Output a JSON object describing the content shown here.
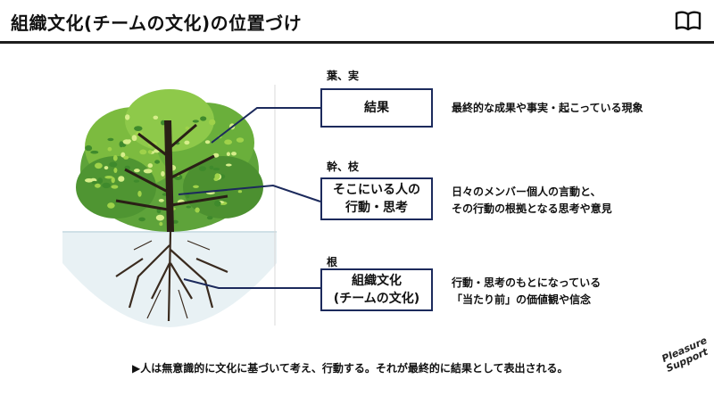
{
  "header": {
    "title": "組織文化(チームの文化)の位置づけ",
    "icon": "book-icon"
  },
  "layers": [
    {
      "label": "葉、実",
      "box_lines": [
        "結果"
      ],
      "desc_lines": [
        "最終的な成果や事実・起こっている現象"
      ]
    },
    {
      "label": "幹、枝",
      "box_lines": [
        "そこにいる人の",
        "行動・思考"
      ],
      "desc_lines": [
        "日々のメンバー個人の言動と、",
        "その行動の根拠となる思考や意見"
      ]
    },
    {
      "label": "根",
      "box_lines": [
        "組織文化",
        "(チームの文化)"
      ],
      "desc_lines": [
        "行動・思考のもとになっている",
        "「当たり前」の価値観や信念"
      ]
    }
  ],
  "footer": {
    "text": "▶人は無意識的に文化に基づいて考え、行動する。それが最終的に結果として表出される。"
  },
  "brand": {
    "line1": "Pleasure",
    "line2": "Support"
  },
  "colors": {
    "accent": "#1c2a5c",
    "leaf_dark": "#3f8a2c",
    "leaf_light": "#9fd24a",
    "trunk": "#2a1f16"
  }
}
